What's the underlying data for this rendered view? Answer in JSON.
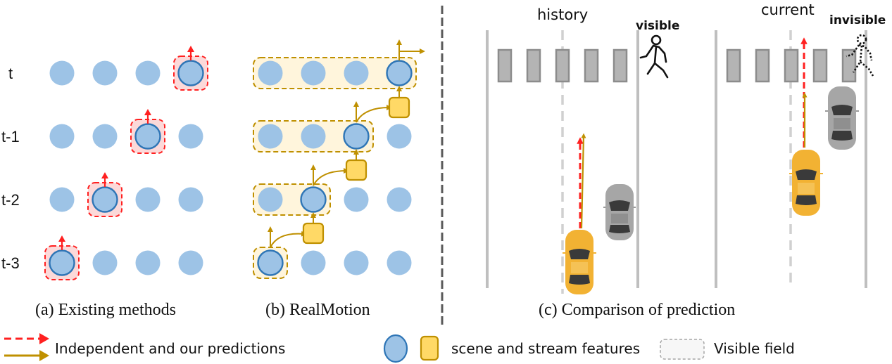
{
  "panels": {
    "a": {
      "caption": "(a) Existing methods",
      "row_labels": [
        "t",
        "t-1",
        "t-2",
        "t-3"
      ],
      "columns": 4,
      "highlighted_column_per_row": [
        3,
        2,
        1,
        0
      ]
    },
    "b": {
      "caption": "(b) RealMotion",
      "columns": 4,
      "visible_field_span_per_row": [
        4,
        3,
        2,
        1
      ],
      "highlighted_column_per_row": [
        3,
        2,
        1,
        0
      ]
    },
    "c": {
      "caption": "(c) Comparison of prediction",
      "scenes": [
        {
          "title": "history",
          "pedestrian_label": "visible",
          "pedestrian_state": "visible"
        },
        {
          "title": "current",
          "pedestrian_label": "invisible",
          "pedestrian_state": "invisible"
        }
      ]
    }
  },
  "legend": {
    "predictions_label": "Independent and our predictions",
    "features_label": "scene and stream features",
    "visible_field_label": "Visible field"
  },
  "colors": {
    "node_fill": "#9dc3e6",
    "node_stroke": "#2e75b6",
    "independent_arrow": "#ff2020",
    "independent_field_fill": "#fcd9d9",
    "our_arrow": "#bf9000",
    "stream_feature_fill": "#ffd966",
    "stream_feature_stroke": "#bf9000",
    "our_field_fill": "#fff5dc",
    "divider": "#595959",
    "lane_line": "#bfbfbf",
    "crosswalk_fill": "#b4b4b4",
    "crosswalk_stroke": "#8c8c8c",
    "ego_car": "#f2b233",
    "other_car": "#a6a6a6"
  }
}
